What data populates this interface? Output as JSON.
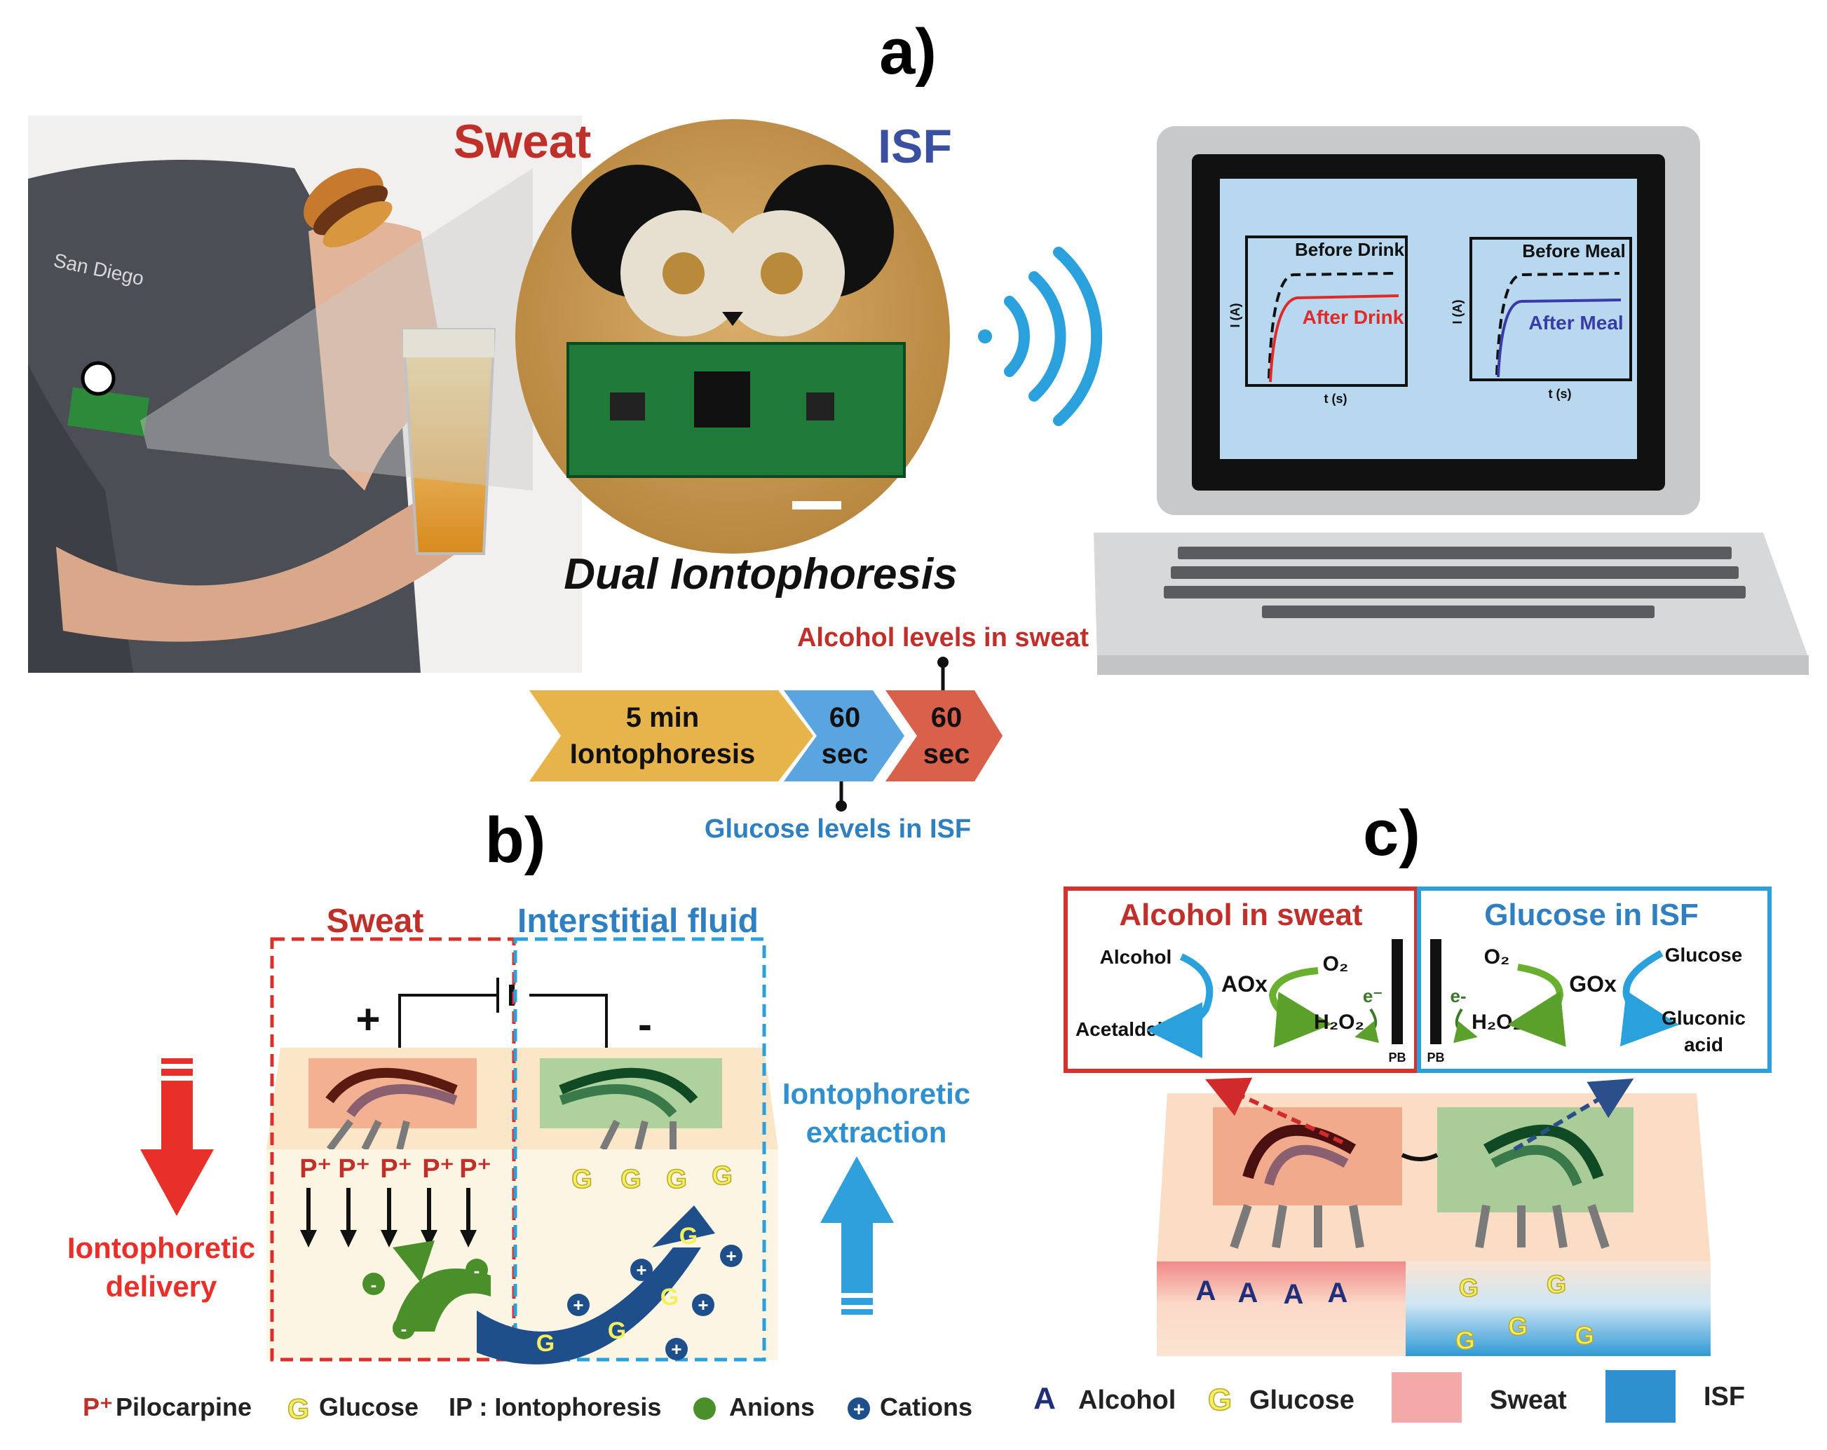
{
  "panel_a": {
    "label": "a)",
    "shirt_text": "San Diego",
    "sweat_title": "Sweat",
    "isf_title": "ISF",
    "device_caption": "Dual Iontophoresis",
    "timeline": {
      "step1_line1": "5 min",
      "step1_line2": "Iontophoresis",
      "step2_line1": "60",
      "step2_line2": "sec",
      "step3_line1": "60",
      "step3_line2": "sec"
    },
    "alcohol_note": "Alcohol levels in sweat",
    "glucose_note": "Glucose levels in ISF",
    "screen": {
      "plot1": {
        "before": "Before Drink",
        "after": "After Drink",
        "ylabel": "I (A)",
        "xlabel": "t (s)"
      },
      "plot2": {
        "before": "Before Meal",
        "after": "After Meal",
        "ylabel": "I (A)",
        "xlabel": "t (s)"
      }
    }
  },
  "panel_b": {
    "label": "b)",
    "sweat_title": "Sweat",
    "isf_title": "Interstitial fluid",
    "plus": "+",
    "minus": "-",
    "delivery_line1": "Iontophoretic",
    "delivery_line2": "delivery",
    "extraction_line1": "Iontophoretic",
    "extraction_line2": "extraction",
    "pilocarpine_symbol": "P⁺",
    "glucose_symbol": "G",
    "anion_symbol": "-",
    "cation_symbol": "+",
    "legend": {
      "pilocarpine_symbol": "P⁺",
      "pilocarpine": "Pilocarpine",
      "glucose_symbol": "G",
      "glucose": "Glucose",
      "ip": "IP : Iontophoresis",
      "anions": "Anions",
      "cations": "Cations"
    }
  },
  "panel_c": {
    "label": "c)",
    "alcohol_box": {
      "title": "Alcohol in sweat",
      "alcohol": "Alcohol",
      "acetaldehyde": "Acetaldehyde",
      "enzyme": "AOx",
      "o2": "O₂",
      "h2o2": "H₂O₂",
      "electron": "e⁻",
      "pb": "PB"
    },
    "glucose_box": {
      "title": "Glucose in ISF",
      "glucose": "Glucose",
      "gluconic1": "Gluconic",
      "gluconic2": "acid",
      "enzyme": "GOx",
      "o2": "O₂",
      "h2o2": "H₂O₂",
      "electron": "e-",
      "pb": "PB"
    },
    "alcohol_symbol": "A",
    "glucose_symbol": "G",
    "legend": {
      "alcohol_symbol": "A",
      "alcohol": "Alcohol",
      "glucose_symbol": "G",
      "glucose": "Glucose",
      "sweat": "Sweat",
      "isf": "ISF"
    }
  },
  "colors": {
    "red": "#c0302b",
    "blue": "#2f7fc1",
    "green": "#4a8f2a",
    "navy": "#1f3a7a",
    "gold": "#e8b94a"
  }
}
